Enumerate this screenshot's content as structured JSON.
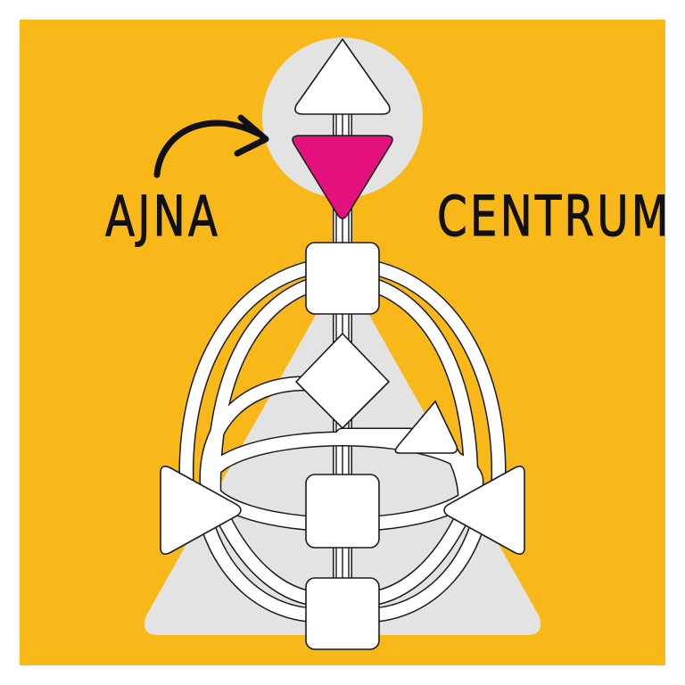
{
  "colors": {
    "background": "#f8b81a",
    "silhouette": "#e3e3e3",
    "center_fill": "#ffffff",
    "outline": "#1a1a1a",
    "highlight_ajna": "#e4107d"
  },
  "labels": {
    "left": "AJNA",
    "right": "CENTRUM"
  },
  "highlighted_center": "ajna",
  "icons": {
    "arrow": "curved-arrow-icon"
  }
}
